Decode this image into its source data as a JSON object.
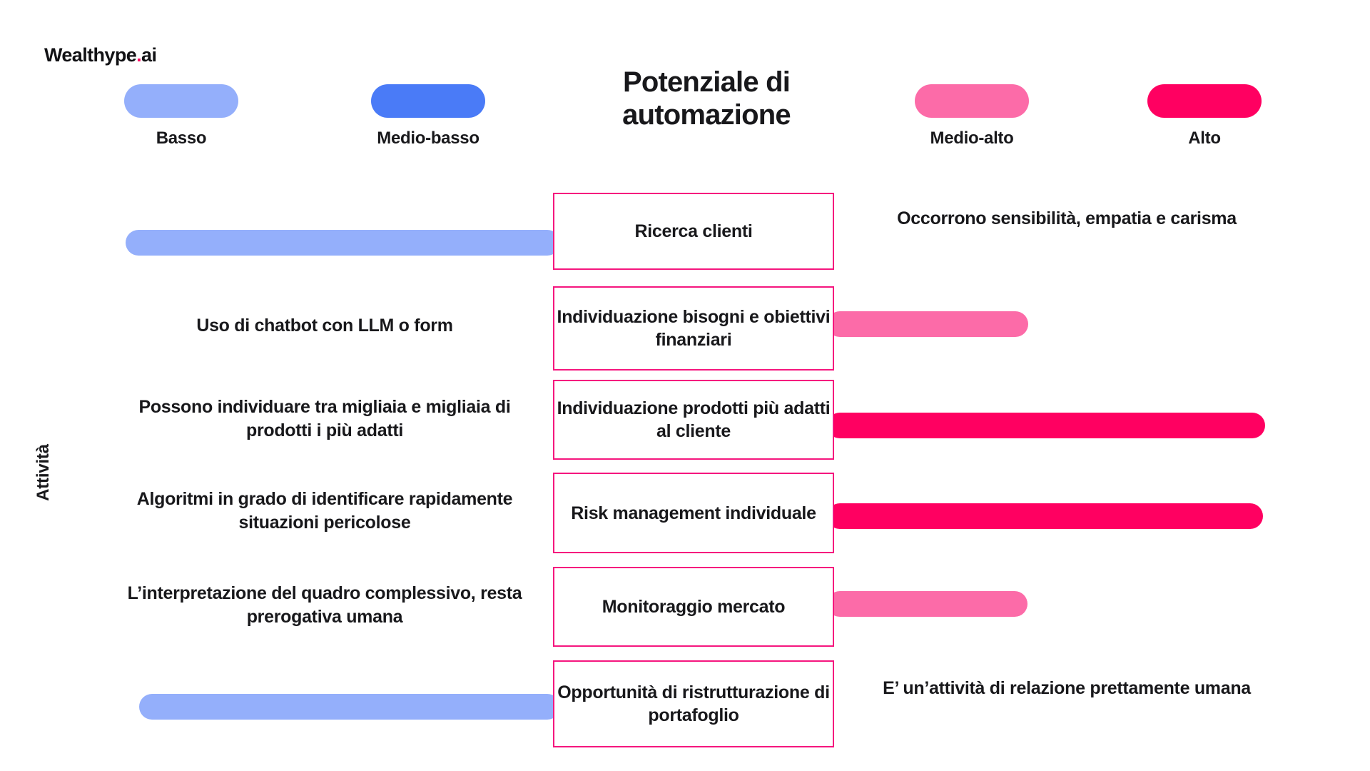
{
  "brand": {
    "name_main": "Wealthype",
    "name_dot": ".",
    "name_suffix": "ai"
  },
  "header": {
    "title": "Potenziale di automazione"
  },
  "axes": {
    "y_label": "Attività",
    "x_label": "Potenziale di automazione"
  },
  "legend": {
    "position": "top",
    "items": [
      {
        "label": "Basso",
        "color": "#94AFFB"
      },
      {
        "label": "Medio-basso",
        "color": "#4A7BF7"
      },
      {
        "label": "Medio-alto",
        "color": "#FC6BA8"
      },
      {
        "label": "Alto",
        "color": "#FF0061"
      }
    ]
  },
  "colors": {
    "basso": "#94AFFB",
    "medio_basso": "#4A7BF7",
    "medio_alto": "#FC6BA8",
    "alto": "#FF0061",
    "box_border": "#F5167E",
    "text": "#18181b",
    "background": "#ffffff"
  },
  "chart_data": {
    "type": "bar",
    "orientation": "horizontal-diverging",
    "title": "Potenziale di automazione",
    "xlabel": "Potenziale di automazione",
    "ylabel": "Attività",
    "grid": false,
    "legend_position": "top",
    "categories": [
      "Ricerca clienti",
      "Individuazione bisogni e obiettivi finanziari",
      "Individuazione prodotti più adatti al cliente",
      "Risk management individuale",
      "Monitoraggio mercato",
      "Opportunità di ristrutturazione di portafoglio"
    ],
    "levels": [
      "Basso",
      "Medio-basso",
      "Medio-alto",
      "Alto"
    ],
    "values": [
      {
        "category": "Ricerca clienti",
        "level": "Basso",
        "direction": "left",
        "magnitude": 1
      },
      {
        "category": "Individuazione bisogni e obiettivi finanziari",
        "level": "Medio-alto",
        "direction": "right",
        "magnitude": 1
      },
      {
        "category": "Individuazione prodotti più adatti al cliente",
        "level": "Alto",
        "direction": "right",
        "magnitude": 2
      },
      {
        "category": "Risk management individuale",
        "level": "Alto",
        "direction": "right",
        "magnitude": 2
      },
      {
        "category": "Monitoraggio mercato",
        "level": "Medio-alto",
        "direction": "right",
        "magnitude": 1
      },
      {
        "category": "Opportunità di ristrutturazione di portafoglio",
        "level": "Basso",
        "direction": "left",
        "magnitude": 1
      }
    ]
  },
  "rows": [
    {
      "label": "Ricerca clienti",
      "annotation": "Occorrono sensibilità, empatia e carisma",
      "annotation_side": "right",
      "bar_side": "left",
      "bar_color": "#94AFFB",
      "bar_level": "Basso"
    },
    {
      "label": "Individuazione bisogni e obiettivi finanziari",
      "annotation": "Uso  di chatbot con LLM o form",
      "annotation_side": "left",
      "bar_side": "right",
      "bar_color": "#FC6BA8",
      "bar_level": "Medio-alto"
    },
    {
      "label": "Individuazione prodotti più adatti al cliente",
      "annotation": "Possono individuare tra migliaia e migliaia di prodotti i più adatti",
      "annotation_side": "left",
      "bar_side": "right",
      "bar_color": "#FF0061",
      "bar_level": "Alto"
    },
    {
      "label": "Risk management individuale",
      "annotation": "Algoritmi in grado di identificare rapidamente situazioni pericolose",
      "annotation_side": "left",
      "bar_side": "right",
      "bar_color": "#FF0061",
      "bar_level": "Alto"
    },
    {
      "label": "Monitoraggio mercato",
      "annotation": "L’interpretazione del quadro complessivo, resta prerogativa umana",
      "annotation_side": "left",
      "bar_side": "right",
      "bar_color": "#FC6BA8",
      "bar_level": "Medio-alto"
    },
    {
      "label": "Opportunità di ristrutturazione di portafoglio",
      "annotation": "E’ un’attività di relazione prettamente umana",
      "annotation_side": "right",
      "bar_side": "left",
      "bar_color": "#94AFFB",
      "bar_level": "Basso"
    }
  ]
}
